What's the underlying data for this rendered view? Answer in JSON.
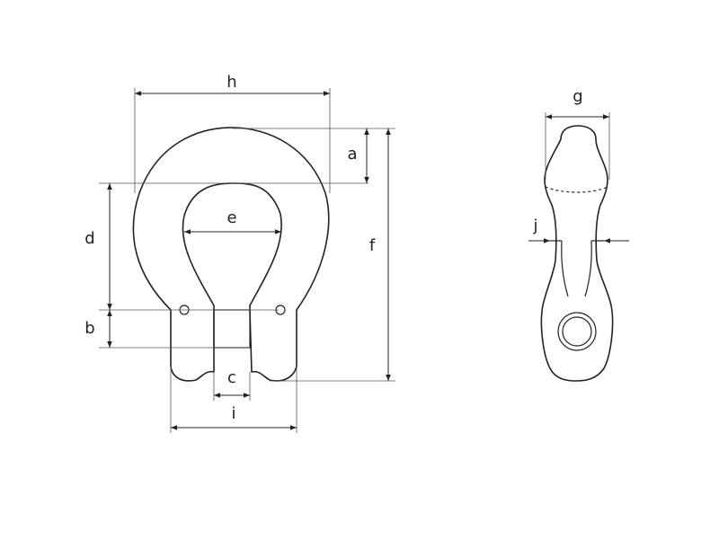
{
  "diagram": {
    "labels": {
      "a": "a",
      "b": "b",
      "c": "c",
      "d": "d",
      "e": "e",
      "f": "f",
      "g": "g",
      "h": "h",
      "i": "i",
      "j": "j"
    },
    "colors": {
      "line": "#222222",
      "background": "#ffffff"
    }
  }
}
